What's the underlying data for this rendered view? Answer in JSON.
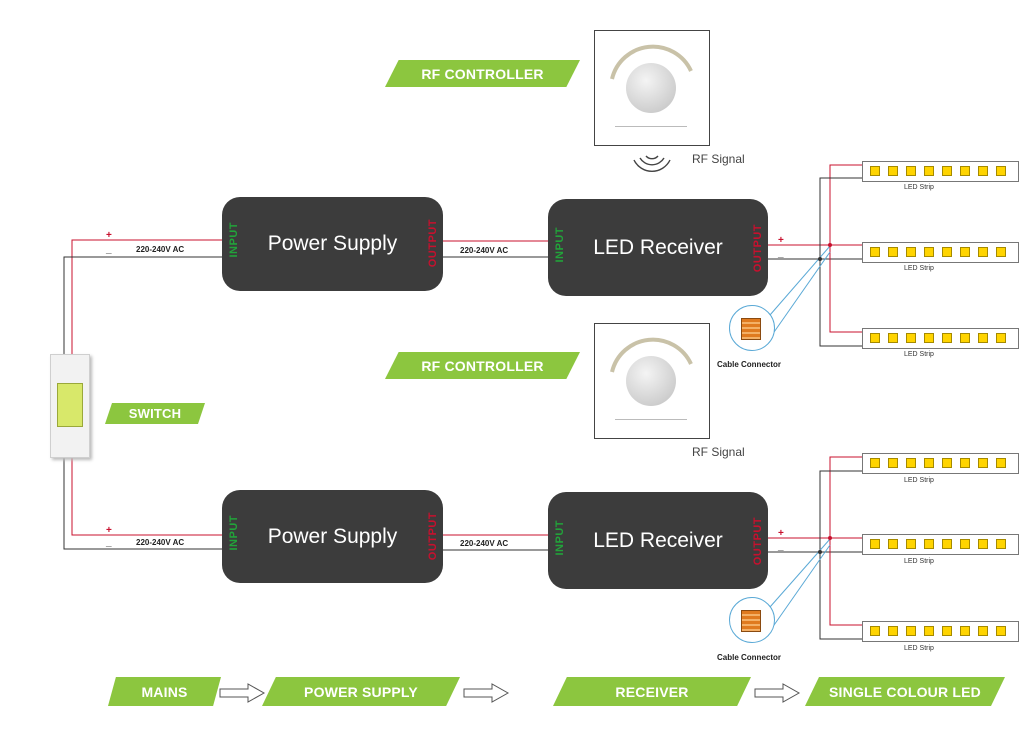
{
  "tags": {
    "rf_controller_top": "RF CONTROLLER",
    "rf_controller_bottom": "RF CONTROLLER",
    "switch": "SWITCH",
    "mains": "MAINS",
    "power_supply": "POWER SUPPLY",
    "receiver": "RECEIVER",
    "single_colour_led": "SINGLE COLOUR LED"
  },
  "boxes": {
    "power_supply": "Power Supply",
    "led_receiver": "LED Receiver",
    "input": "INPUT",
    "output": "OUTPUT"
  },
  "wiring": {
    "voltage": "220-240V AC",
    "plus": "+",
    "minus": "_"
  },
  "rf_signal": "RF Signal",
  "cable_connector": "Cable Connector",
  "led_strip": "LED Strip",
  "colors": {
    "green": "#8cc63f",
    "box": "#3c3c3c",
    "red_wire": "#c8102e",
    "led": "#ffd400",
    "connector_line": "#5aa9d6"
  }
}
